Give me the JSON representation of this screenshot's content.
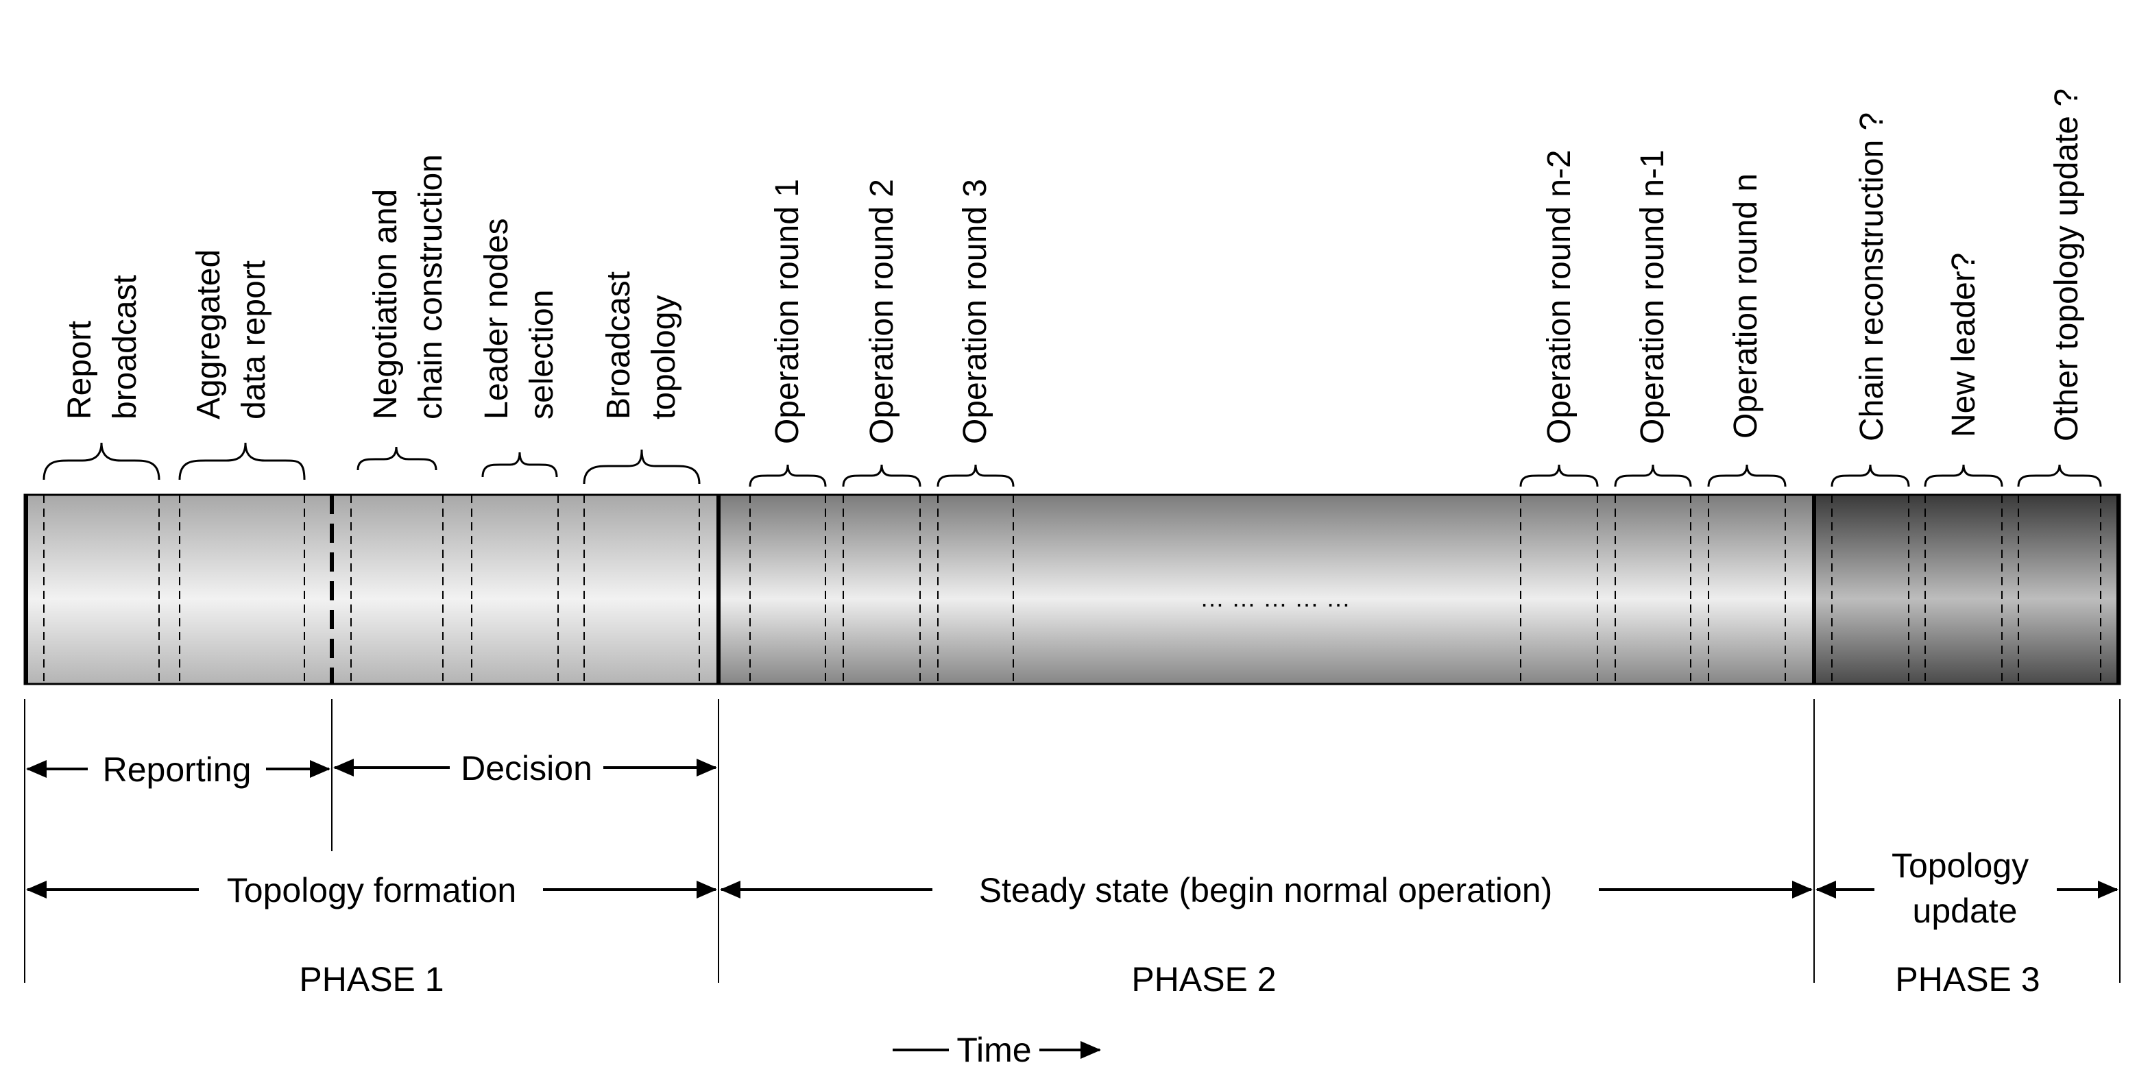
{
  "step_labels": {
    "report_broadcast": [
      "Report",
      "broadcast"
    ],
    "aggregated_data_report": [
      "Aggregated",
      "data report"
    ],
    "negotiation_chain_construction": [
      "Negotiation and",
      "chain construction"
    ],
    "leader_nodes_selection": [
      "Leader nodes",
      "selection"
    ],
    "broadcast_topology": [
      "Broadcast",
      "topology"
    ],
    "operation_round_1": "Operation round 1",
    "operation_round_2": "Operation round 2",
    "operation_round_3": "Operation round 3",
    "operation_round_n_minus_2": "Operation round n-2",
    "operation_round_n_minus_1": "Operation round n-1",
    "operation_round_n": "Operation round n",
    "chain_reconstruction": "Chain reconstruction ?",
    "new_leader": "New leader?",
    "other_topology_update": "Other topology update ?"
  },
  "ellipsis": "… … … … …",
  "sub_phases": {
    "reporting": "Reporting",
    "decision": "Decision"
  },
  "stages": {
    "topology_formation": "Topology formation",
    "steady_state": "Steady state (begin normal operation)",
    "topology_update": [
      "Topology",
      "update"
    ]
  },
  "phases": {
    "phase_1": "PHASE 1",
    "phase_2": "PHASE 2",
    "phase_3": "PHASE 3"
  },
  "time_label": "Time",
  "colors": {
    "stroke": "#000000",
    "phase1_fill": "#d8d8d8",
    "phase2_fill": "#a8a8a8",
    "phase3_fill": "#6e6e6e",
    "background": "#ffffff"
  }
}
